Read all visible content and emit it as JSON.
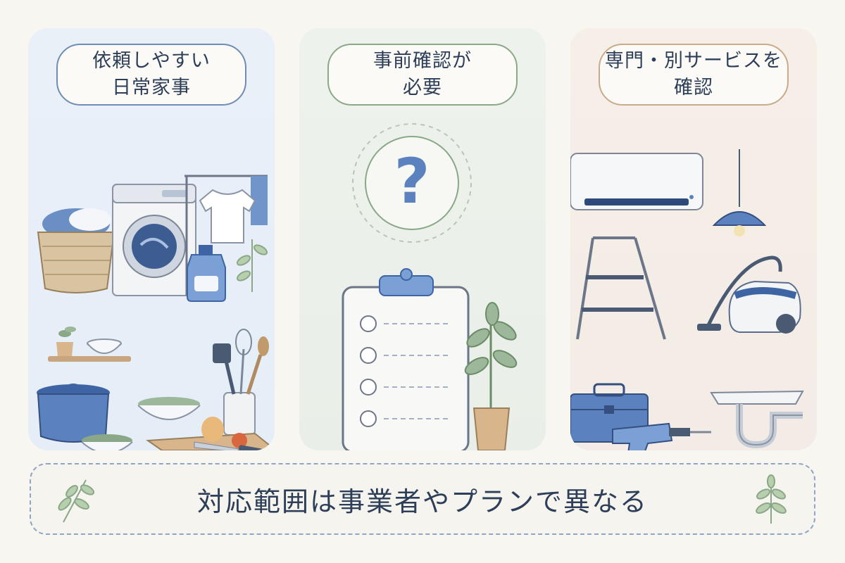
{
  "panels": [
    {
      "title_lines": [
        "依頼しやすい",
        "日常家事"
      ]
    },
    {
      "title_lines": [
        "事前確認が",
        "必要"
      ]
    },
    {
      "title_lines": [
        "専門・別サービスを",
        "確認"
      ]
    }
  ],
  "footer": {
    "text": "対応範囲は事業者やプランで異なる"
  },
  "icons": {
    "panel1": [
      "laundry-basket-icon",
      "washing-machine-icon",
      "t-shirt-icon",
      "detergent-bottle-icon",
      "plant-icon",
      "shelf-icon",
      "cooking-pot-icon",
      "bowl-icon",
      "utensil-holder-icon",
      "cutting-board-icon",
      "knife-icon"
    ],
    "panel2": [
      "question-mark-icon",
      "clipboard-checklist-icon",
      "potted-plant-icon"
    ],
    "panel3": [
      "air-conditioner-icon",
      "pendant-lamp-icon",
      "stepladder-icon",
      "vacuum-cleaner-icon",
      "toolbox-icon",
      "power-drill-icon",
      "sink-pipe-icon"
    ]
  },
  "colors": {
    "accent_blue": "#5b82bf",
    "text_navy": "#2d3e58",
    "leaf_green": "#8aa888",
    "panel1_bg": "#e7eef7",
    "panel2_bg": "#ecf0ea",
    "panel3_bg": "#f4ede7"
  }
}
